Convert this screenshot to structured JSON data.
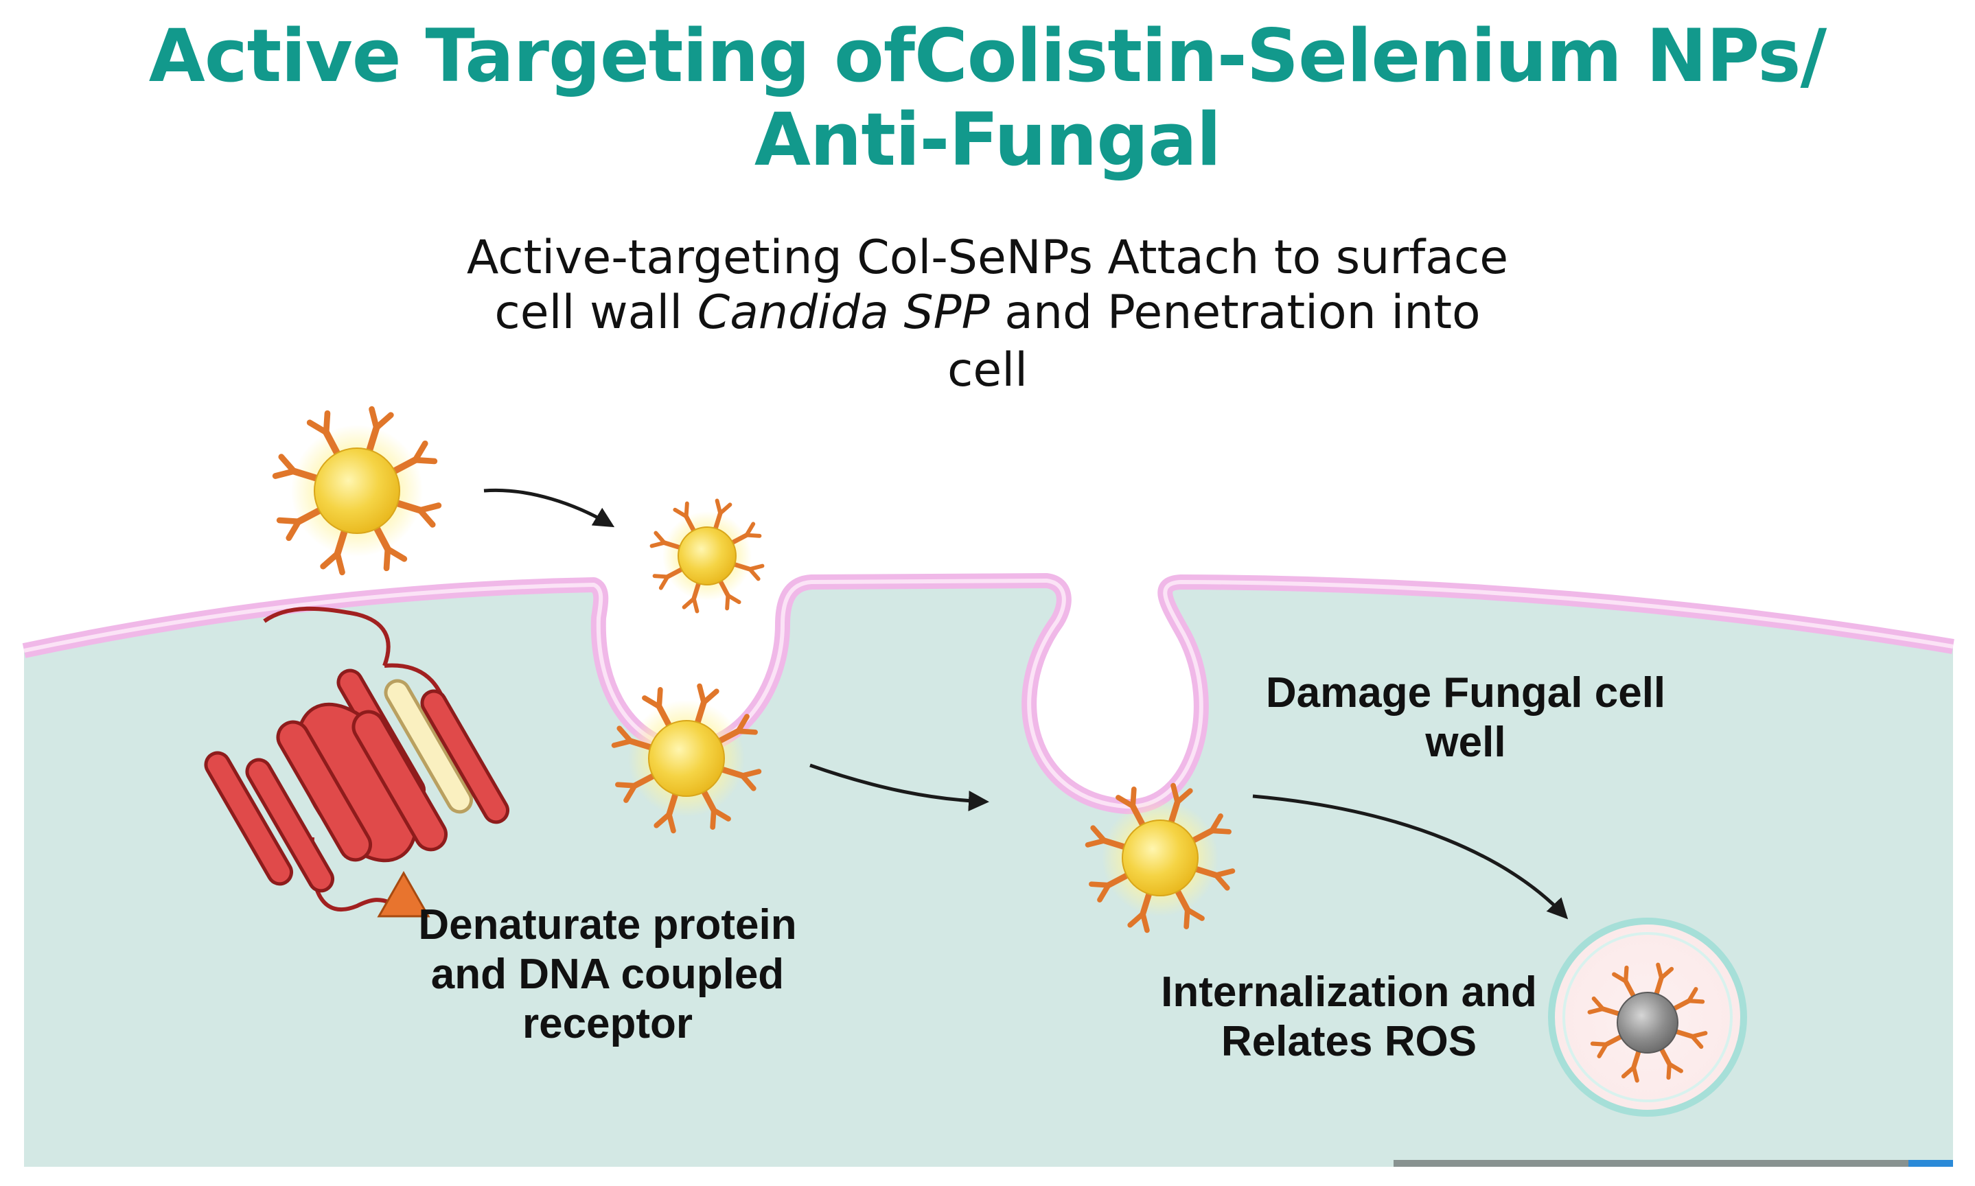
{
  "title": {
    "line1": "Active Targeting ofColistin-Selenium NPs/",
    "line2": "Anti-Fungal"
  },
  "subtitle": {
    "line1": "Active-targeting Col-SeNPs Attach to surface",
    "line2_before": "cell wall ",
    "line2_italic": "Candida SPP",
    "line2_after": " and Penetration into",
    "line3": "cell"
  },
  "labels": {
    "damage_line1": "Damage Fungal cell",
    "damage_line2": "well",
    "denature_line1": "Denaturate protein",
    "denature_line2": "and DNA coupled",
    "denature_line3": "receptor",
    "internal_line1": "Internalization and",
    "internal_line2": "Relates ROS"
  },
  "colors": {
    "title": "#12998c",
    "cytoplasm": "#d3e8e4",
    "membrane": "#f0b8e8",
    "nanoparticle_core": "#f5d445",
    "antibody": "#e0762a",
    "receptor": "#e04a4a",
    "receptor_highlight": "#faf0c0",
    "vesicle_ring": "#a6dfd8",
    "ros_core": "#8a8a8a"
  },
  "icons": [
    "nanoparticle-antibody-icon",
    "receptor-protein-icon",
    "arrow-icon",
    "vesicle-icon",
    "triangle-icon"
  ]
}
